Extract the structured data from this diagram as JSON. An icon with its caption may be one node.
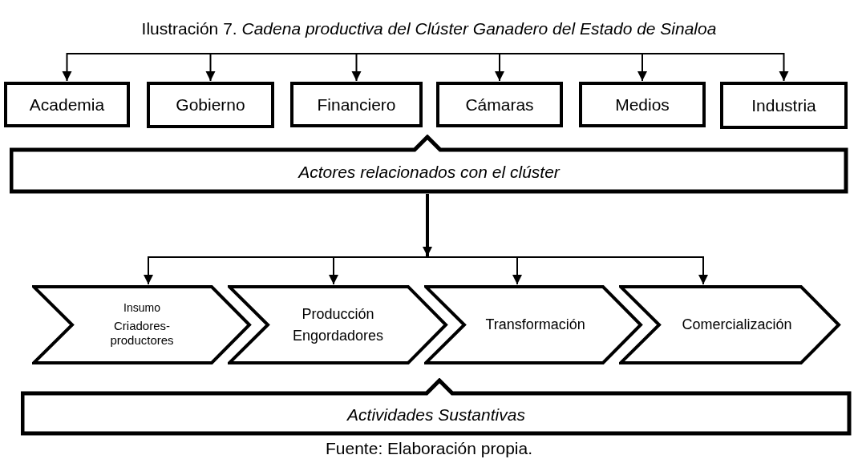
{
  "diagram": {
    "title": "Ilustración 7. *Cadena productiva del Clúster Ganadero del Estado de Sinaloa*",
    "nodes": [
      {
        "text": [
          "Academia"
        ]
      },
      {
        "text": [
          "Gobierno"
        ]
      },
      {
        "text": [
          "Financiero"
        ]
      },
      {
        "text": [
          "Cámaras"
        ]
      },
      {
        "text": [
          "Medios"
        ]
      },
      {
        "text": [
          "Industria"
        ]
      },
      {
        "text": [
          "Actores relacionados con el clúster"
        ]
      },
      {
        "text": [
          "Insumo",
          "Criadores-productores"
        ]
      },
      {
        "text": [
          "Producción",
          "Engordadores"
        ]
      },
      {
        "text": [
          "Transformación"
        ]
      },
      {
        "text": [
          "Comercialización"
        ]
      },
      {
        "text": [
          "Actividades Sustantivas"
        ]
      }
    ],
    "edges": [
      {
        "from": null,
        "to": 0,
        "arrow": "to"
      },
      {
        "from": null,
        "to": 1,
        "arrow": "to"
      },
      {
        "from": null,
        "to": 2,
        "arrow": "to"
      },
      {
        "from": null,
        "to": 3,
        "arrow": "to"
      },
      {
        "from": null,
        "to": 4,
        "arrow": "to"
      },
      {
        "from": null,
        "to": 5,
        "arrow": "to"
      },
      {
        "from": 6,
        "to": 7,
        "arrow": "to"
      },
      {
        "from": 6,
        "to": 8,
        "arrow": "to"
      },
      {
        "from": 6,
        "to": 9,
        "arrow": "to"
      },
      {
        "from": 6,
        "to": 10,
        "arrow": "to"
      }
    ],
    "caption": "Fuente: Elaboración propia."
  }
}
